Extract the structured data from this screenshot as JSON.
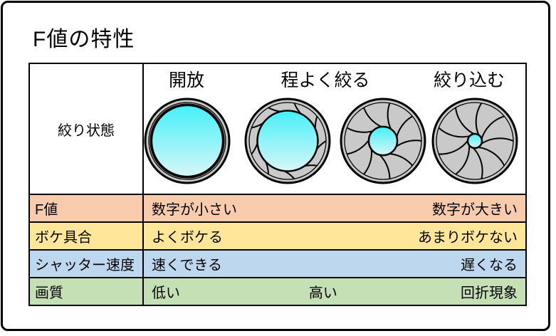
{
  "page": {
    "title": "F値の特性"
  },
  "table": {
    "state_row": {
      "label": "絞り状態",
      "column_headers": [
        {
          "label": "開放"
        },
        {
          "label": "程よく絞る"
        },
        {
          "label": "絞り込む"
        }
      ]
    },
    "apertures": [
      {
        "name": "aperture-fully-open",
        "opening_ratio": 0.85,
        "blades": 0
      },
      {
        "name": "aperture-slightly-closed",
        "opening_ratio": 0.72,
        "blades": 9
      },
      {
        "name": "aperture-well-closed",
        "opening_ratio": 0.34,
        "blades": 9
      },
      {
        "name": "aperture-closed-down",
        "opening_ratio": 0.17,
        "blades": 9
      }
    ],
    "rows": [
      {
        "label": "F値",
        "left": "数字が小さい",
        "center": "",
        "right": "数字が大きい",
        "color": "#F8CBAD"
      },
      {
        "label": "ボケ具合",
        "left": "よくボケる",
        "center": "",
        "right": "あまりボケない",
        "color": "#FFE699"
      },
      {
        "label": "シャッター速度",
        "left": "速くできる",
        "center": "",
        "right": "遅くなる",
        "color": "#BDD7EE"
      },
      {
        "label": "画質",
        "left": "低い",
        "center": "高い",
        "right": "回折現象",
        "color": "#C5E0B4"
      }
    ]
  },
  "colors": {
    "blade_gray": "#C9C9C9",
    "iris_top": "#45EFF8",
    "iris_bottom": "#D9F7F8",
    "outline": "#000000"
  }
}
